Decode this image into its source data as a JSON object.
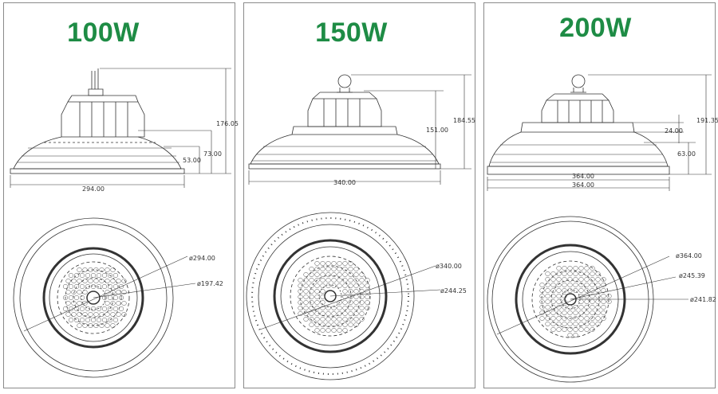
{
  "accent_color": "#1e8c45",
  "panels": [
    {
      "title": "100W",
      "dims": {
        "height": "176.05",
        "mid": "73.00",
        "low": "53.00",
        "width": "294.00",
        "d1": "ø294.00",
        "d2": "ø197.42"
      }
    },
    {
      "title": "150W",
      "dims": {
        "height": "184.55",
        "mid": "151.00",
        "width": "340.00",
        "d1": "ø340.00",
        "d2": "ø244.25"
      }
    },
    {
      "title": "200W",
      "dims": {
        "height": "191.35",
        "mid": "24.00",
        "low": "63.00",
        "width1": "364.00",
        "width2": "364.00",
        "d1": "ø364.00",
        "d2": "ø245.39",
        "d3": "ø241.82"
      }
    }
  ]
}
